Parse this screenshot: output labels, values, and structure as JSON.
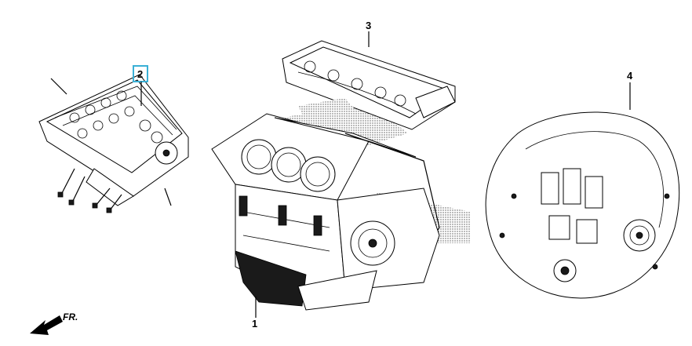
{
  "callouts": [
    {
      "number": "1",
      "part": "engine-block-assembly"
    },
    {
      "number": "2",
      "part": "cylinder-head-front",
      "highlighted": true
    },
    {
      "number": "3",
      "part": "cylinder-head-rear"
    },
    {
      "number": "4",
      "part": "transmission-assembly"
    }
  ],
  "direction_indicator": {
    "label": "FR."
  },
  "colors": {
    "highlight": "#3ab0d6",
    "linework": "#000000",
    "shading": "#bdbdbd"
  }
}
